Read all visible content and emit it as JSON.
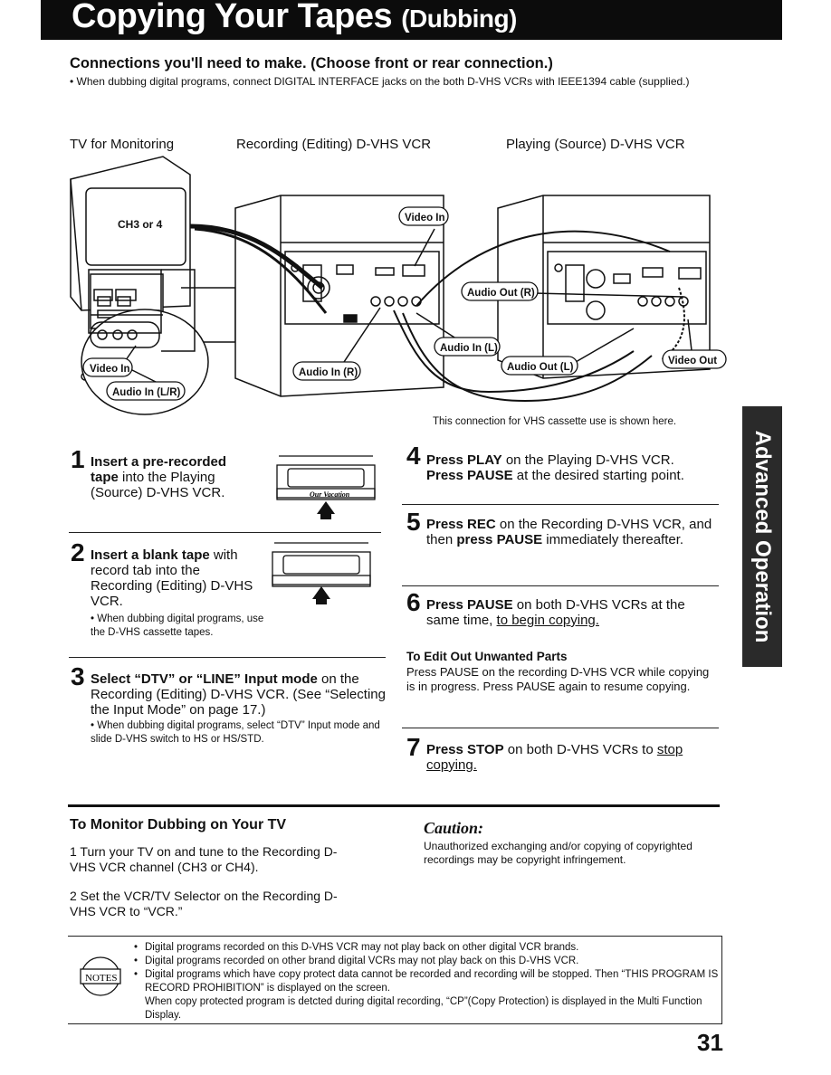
{
  "header": {
    "title_main": "Copying Your Tapes",
    "title_sub": "(Dubbing)"
  },
  "connections": {
    "heading": "Connections you'll need to make. (Choose front or rear connection.)",
    "note": "• When dubbing digital programs, connect DIGITAL INTERFACE jacks on the both D-VHS VCRs with IEEE1394 cable (supplied.)"
  },
  "diagram": {
    "label_tv": "TV for Monitoring",
    "label_recording": "Recording (Editing) D-VHS VCR",
    "label_playing": "Playing (Source) D-VHS VCR",
    "tv_channel": "CH3 or 4",
    "callouts": {
      "video_in_tv": "Video In",
      "audio_in_lr": "Audio In (L/R)",
      "video_in_rec": "Video In",
      "audio_out_r": "Audio Out (R)",
      "audio_in_l": "Audio In (L)",
      "audio_in_r": "Audio In (R)",
      "audio_out_l": "Audio Out (L)",
      "video_out": "Video Out"
    },
    "caption": "This connection for VHS cassette use is shown here.",
    "cassette_label": "Our Vacation"
  },
  "steps": {
    "s1": {
      "num": "1",
      "bold": "Insert a pre-recorded tape",
      "text": " into the Playing (Source) D-VHS VCR."
    },
    "s2": {
      "num": "2",
      "bold": "Insert a blank tape",
      "text": " with record tab into the Recording (Editing) D-VHS VCR.",
      "note": "• When dubbing digital programs, use the D-VHS cassette tapes."
    },
    "s3": {
      "num": "3",
      "bold": "Select “DTV” or “LINE” Input mode",
      "text": " on the Recording (Editing) D-VHS VCR. (See “Selecting the Input Mode” on page 17.)",
      "note": "• When dubbing digital programs, select “DTV” Input mode and slide D-VHS switch to HS or HS/STD."
    },
    "s4": {
      "num": "4",
      "b1": "Press PLAY",
      "t1": " on the Playing D-VHS VCR.",
      "b2": "Press PAUSE",
      "t2": " at the desired starting point."
    },
    "s5": {
      "num": "5",
      "b1": "Press REC",
      "t1": " on the Recording D-VHS VCR, and then ",
      "b2": "press PAUSE",
      "t2": " immediately thereafter."
    },
    "s6": {
      "num": "6",
      "b1": "Press PAUSE",
      "t1": " on both D-VHS VCRs at the same time, ",
      "u1": "to begin copying."
    },
    "s7": {
      "num": "7",
      "b1": "Press STOP",
      "t1": " on both D-VHS VCRs to ",
      "u1": "stop copying."
    }
  },
  "edit_out": {
    "heading": "To Edit Out Unwanted Parts",
    "text": "Press PAUSE on the recording D-VHS VCR while copying is in progress. Press PAUSE again to resume copying."
  },
  "monitor": {
    "heading": "To Monitor Dubbing on Your TV",
    "item1": "1 Turn your TV on and tune to the Recording D-VHS VCR channel (CH3 or CH4).",
    "item2": "2 Set the VCR/TV Selector on the Recording D-VHS VCR to “VCR.”"
  },
  "caution": {
    "heading": "Caution:",
    "text": "Unauthorized exchanging and/or copying of copyrighted recordings may be copyright infringement."
  },
  "side_tab": "Advanced Operation",
  "notes": {
    "icon_label": "NOTES",
    "items": [
      "Digital programs recorded on this D-VHS VCR may not play back on other digital VCR brands.",
      "Digital programs recorded on other brand digital VCRs may not play back on this D-VHS VCR.",
      "Digital programs which have copy protect data cannot be recorded and recording will be stopped. Then “THIS PROGRAM IS RECORD PROHIBITION” is displayed on the screen.\nWhen copy protected program is detcted during digital recording, “CP”(Copy Protection) is displayed in the Multi Function Display."
    ]
  },
  "page_number": "31"
}
